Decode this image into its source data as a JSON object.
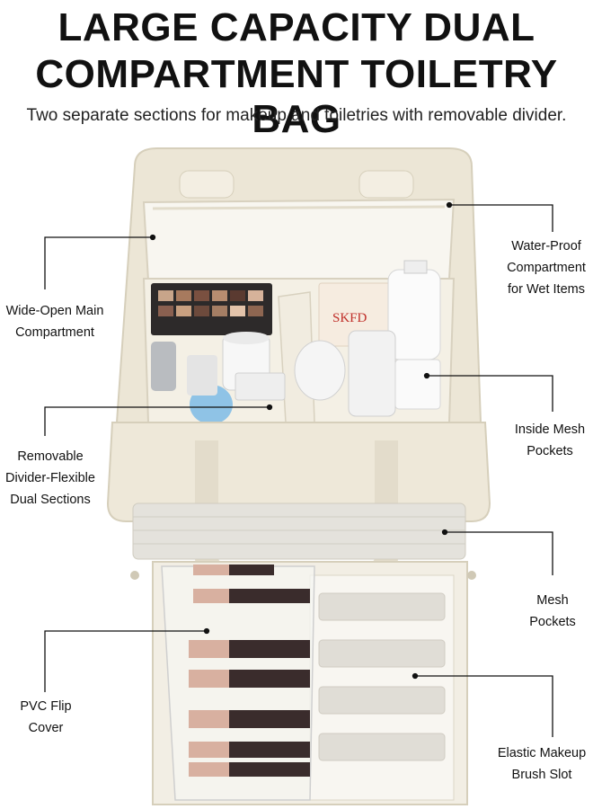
{
  "headline": {
    "line1": "LARGE CAPACITY DUAL",
    "line2": "COMPARTMENT TOILETRY BAG"
  },
  "subtitle": "Two separate sections for makeup and toiletries with removable divider.",
  "callouts": {
    "wide_open": [
      "Wide-Open Main",
      "Compartment"
    ],
    "water_proof": [
      "Water-Proof",
      "Compartment",
      "for Wet Items"
    ],
    "removable_divider": [
      "Removable",
      "Divider-Flexible",
      "Dual Sections"
    ],
    "inside_mesh": [
      "Inside Mesh",
      "Pockets"
    ],
    "mesh_pockets": [
      "Mesh",
      "Pockets"
    ],
    "pvc_flip": [
      "PVC Flip",
      "Cover"
    ],
    "elastic_slot": [
      "Elastic Makeup",
      "Brush Slot"
    ]
  },
  "product_print": "SKFD",
  "colors": {
    "bag": "#efeadc",
    "bag_shadow": "#d9d2bf",
    "lining": "#f6f3ea",
    "mesh": "#e2e0da",
    "brush_metal": "#d8b0a0",
    "brush_bristle": "#3a2c2c"
  }
}
